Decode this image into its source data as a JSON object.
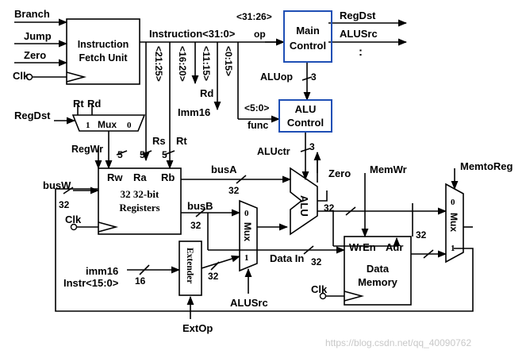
{
  "inputs": {
    "branch": "Branch",
    "jump": "Jump",
    "zero": "Zero",
    "clk": "Clk",
    "regdst": "RegDst"
  },
  "ifu": {
    "line1": "Instruction",
    "line2": "Fetch Unit"
  },
  "instruction_bus": "Instruction<31:0>",
  "fields": {
    "op_range": "<31:26>",
    "op": "op",
    "func_range": "<5:0>",
    "func": "func",
    "rs_range": "<21:25>",
    "rt_range": "<16:20>",
    "rd_range": "<11:15>",
    "imm_range": "<0:15>",
    "rd": "Rd",
    "imm16": "Imm16"
  },
  "main_control": {
    "line1": "Main",
    "line2": "Control",
    "out_regdst": "RegDst",
    "out_alusrc": "ALUSrc",
    "out_more": ":"
  },
  "aluop": {
    "label": "ALUop",
    "width": "3"
  },
  "alu_control": {
    "line1": "ALU",
    "line2": "Control"
  },
  "aluctr": {
    "label": "ALUctr",
    "width": "3"
  },
  "regdst_mux": {
    "rt": "Rt",
    "rd": "Rd",
    "in1": "1",
    "name": "Mux",
    "in0": "0"
  },
  "regfile": {
    "regwr": "RegWr",
    "w5a": "5",
    "w5b": "5",
    "w5c": "5",
    "rs": "Rs",
    "rt": "Rt",
    "rw": "Rw",
    "ra": "Ra",
    "rb": "Rb",
    "title1": "32 32-bit",
    "title2": "Registers",
    "clk": "Clk"
  },
  "busW": {
    "label": "busW",
    "width": "32"
  },
  "busA": {
    "label": "busA",
    "width": "32"
  },
  "busB": {
    "label": "busB",
    "width": "32"
  },
  "alu": {
    "name": "ALU",
    "zero": "Zero",
    "out_width": "32"
  },
  "alusrc_mux": {
    "in0": "0",
    "name": "Mux",
    "in1": "1",
    "ctrl": "ALUSrc"
  },
  "extender": {
    "name": "Extender",
    "ctrl": "ExtOp",
    "out_width": "32"
  },
  "imm16_in": {
    "line1": "imm16",
    "line2": "Instr<15:0>",
    "width": "16"
  },
  "memory": {
    "memwr": "MemWr",
    "wren": "WrEn",
    "adr": "Adr",
    "line1": "Data",
    "line2": "Memory",
    "datain": "Data In",
    "datain_width": "32",
    "clk": "Clk",
    "adr_width": "32"
  },
  "memtoreg_mux": {
    "ctrl": "MemtoReg",
    "in0": "0",
    "name": "Mux",
    "in1": "1"
  },
  "watermark": "https://blog.csdn.net/qq_40090762"
}
